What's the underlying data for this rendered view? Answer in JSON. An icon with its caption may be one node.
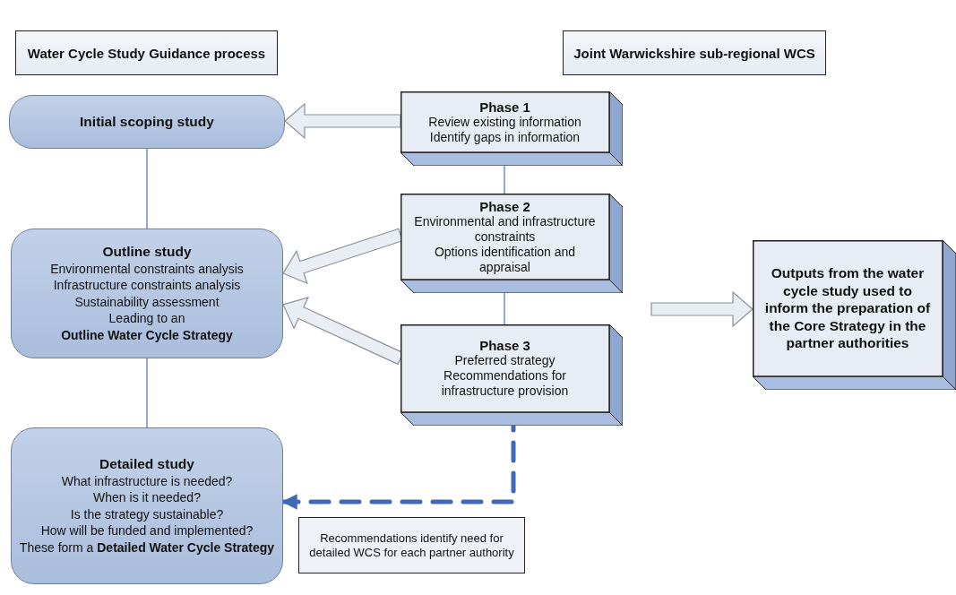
{
  "diagram": {
    "nodes": [
      {
        "text": [
          "Water Cycle Study Guidance process"
        ]
      },
      {
        "text": [
          "Joint Warwickshire sub-regional WCS"
        ]
      },
      {
        "text": [
          "Initial scoping study"
        ]
      },
      {
        "text": [
          "Outline study",
          "Environmental constraints analysis",
          "Infrastructure constraints analysis",
          "Sustainability assessment",
          "Leading to an",
          "**Outline Water Cycle Strategy**"
        ]
      },
      {
        "text": [
          "Detailed study",
          "What infrastructure is needed?",
          "When is it needed?",
          "Is the strategy sustainable?",
          "How will be funded and implemented?",
          "These form a **Detailed Water Cycle Strategy**"
        ]
      },
      {
        "text": [
          "Phase 1",
          "Review existing information",
          "Identify gaps in information"
        ]
      },
      {
        "text": [
          "Phase 2",
          "Environmental and infrastructure constraints",
          "Options identification and appraisal"
        ]
      },
      {
        "text": [
          "Phase 3",
          "Preferred strategy",
          "Recommendations for infrastructure provision"
        ]
      },
      {
        "text": [
          "Outputs from the water cycle study used to inform the preparation of the Core Strategy in the partner authorities"
        ]
      },
      {
        "text": [
          "Recommendations identify need for detailed WCS for each partner authority"
        ]
      }
    ],
    "edges": [
      {
        "from": 5,
        "to": 2,
        "arrow": "to",
        "style": "thick"
      },
      {
        "from": 6,
        "to": 3,
        "arrow": "to",
        "style": "thick"
      },
      {
        "from": 7,
        "to": 3,
        "arrow": "to",
        "style": "thick"
      },
      {
        "from": null,
        "to": 8,
        "arrow": "to",
        "style": "thick"
      },
      {
        "from": 2,
        "to": 3,
        "arrow": "none"
      },
      {
        "from": 3,
        "to": 4,
        "arrow": "none"
      },
      {
        "from": 5,
        "to": 6,
        "arrow": "none"
      },
      {
        "from": 6,
        "to": 7,
        "arrow": "none"
      },
      {
        "from": 7,
        "to": 4,
        "arrow": "to",
        "style": "dashed"
      }
    ]
  }
}
